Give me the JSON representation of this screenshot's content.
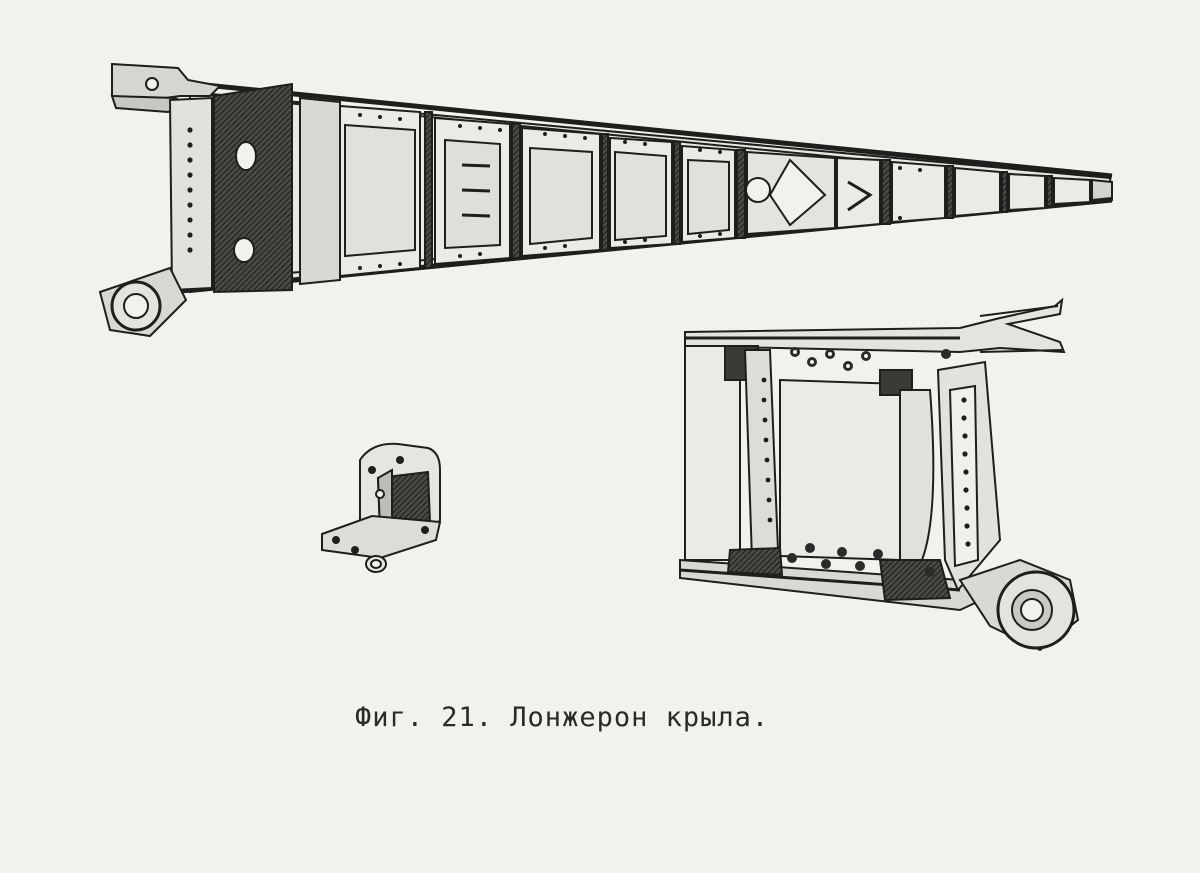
{
  "caption": "Фиг. 21. Лонжерон крыла.",
  "colors": {
    "paper": "#f2f1ed",
    "ink": "#1e1e1c",
    "dark_fill": "#3a3a36",
    "light_fill": "#e6e5e0"
  },
  "drawings": [
    {
      "name": "wing-spar-full-view"
    },
    {
      "name": "spar-root-fitting-detail"
    },
    {
      "name": "spar-root-closeup-view"
    }
  ]
}
